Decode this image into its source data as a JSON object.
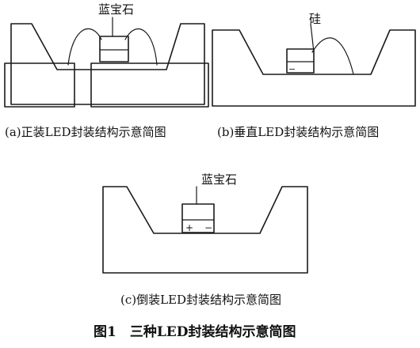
{
  "panel_a": {
    "chip_label": "蓝宝石",
    "caption": "(a)正装LED封装结构示意简图"
  },
  "panel_b": {
    "chip_label": "硅",
    "polarity_minus": "−",
    "caption": "(b)垂直LED封装结构示意简图"
  },
  "panel_c": {
    "chip_label": "蓝宝石",
    "polarity_plus": "+",
    "polarity_minus": "−",
    "caption": "(c)倒装LED封装结构示意简图"
  },
  "figure_title": "图1　三种LED封装结构示意简图",
  "colors": {
    "ink": "#1a1a1a",
    "background": "#ffffff"
  }
}
